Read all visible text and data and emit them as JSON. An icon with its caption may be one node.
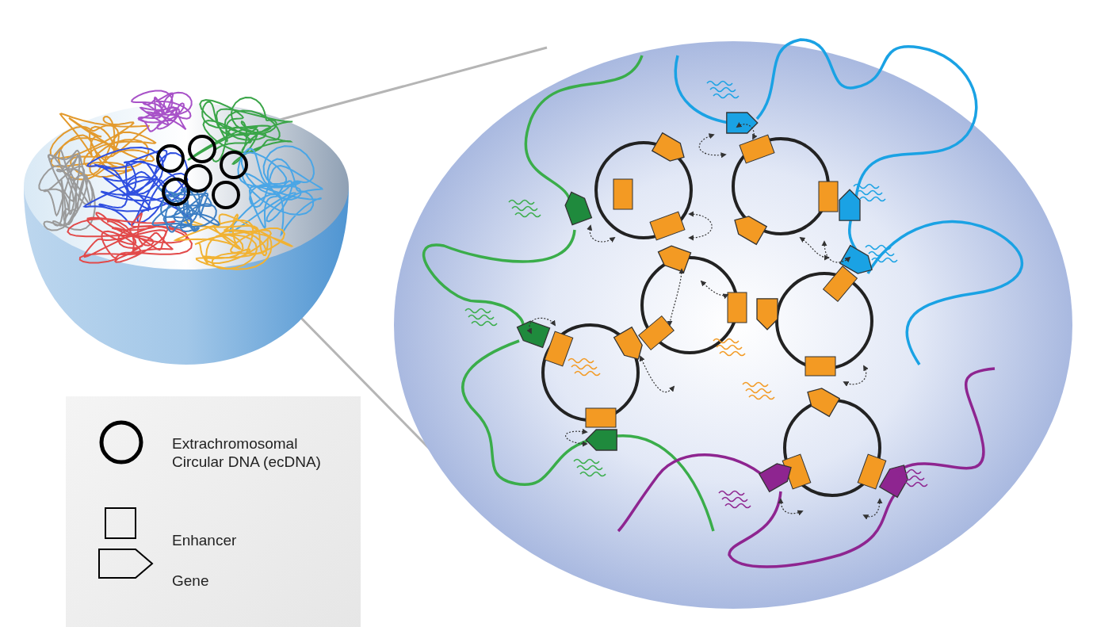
{
  "diagram": {
    "legend": [
      {
        "text": "Extrachromosomal Circular DNA (ecDNA)"
      },
      {
        "text": "Enhancer"
      },
      {
        "text": "Gene"
      }
    ]
  }
}
